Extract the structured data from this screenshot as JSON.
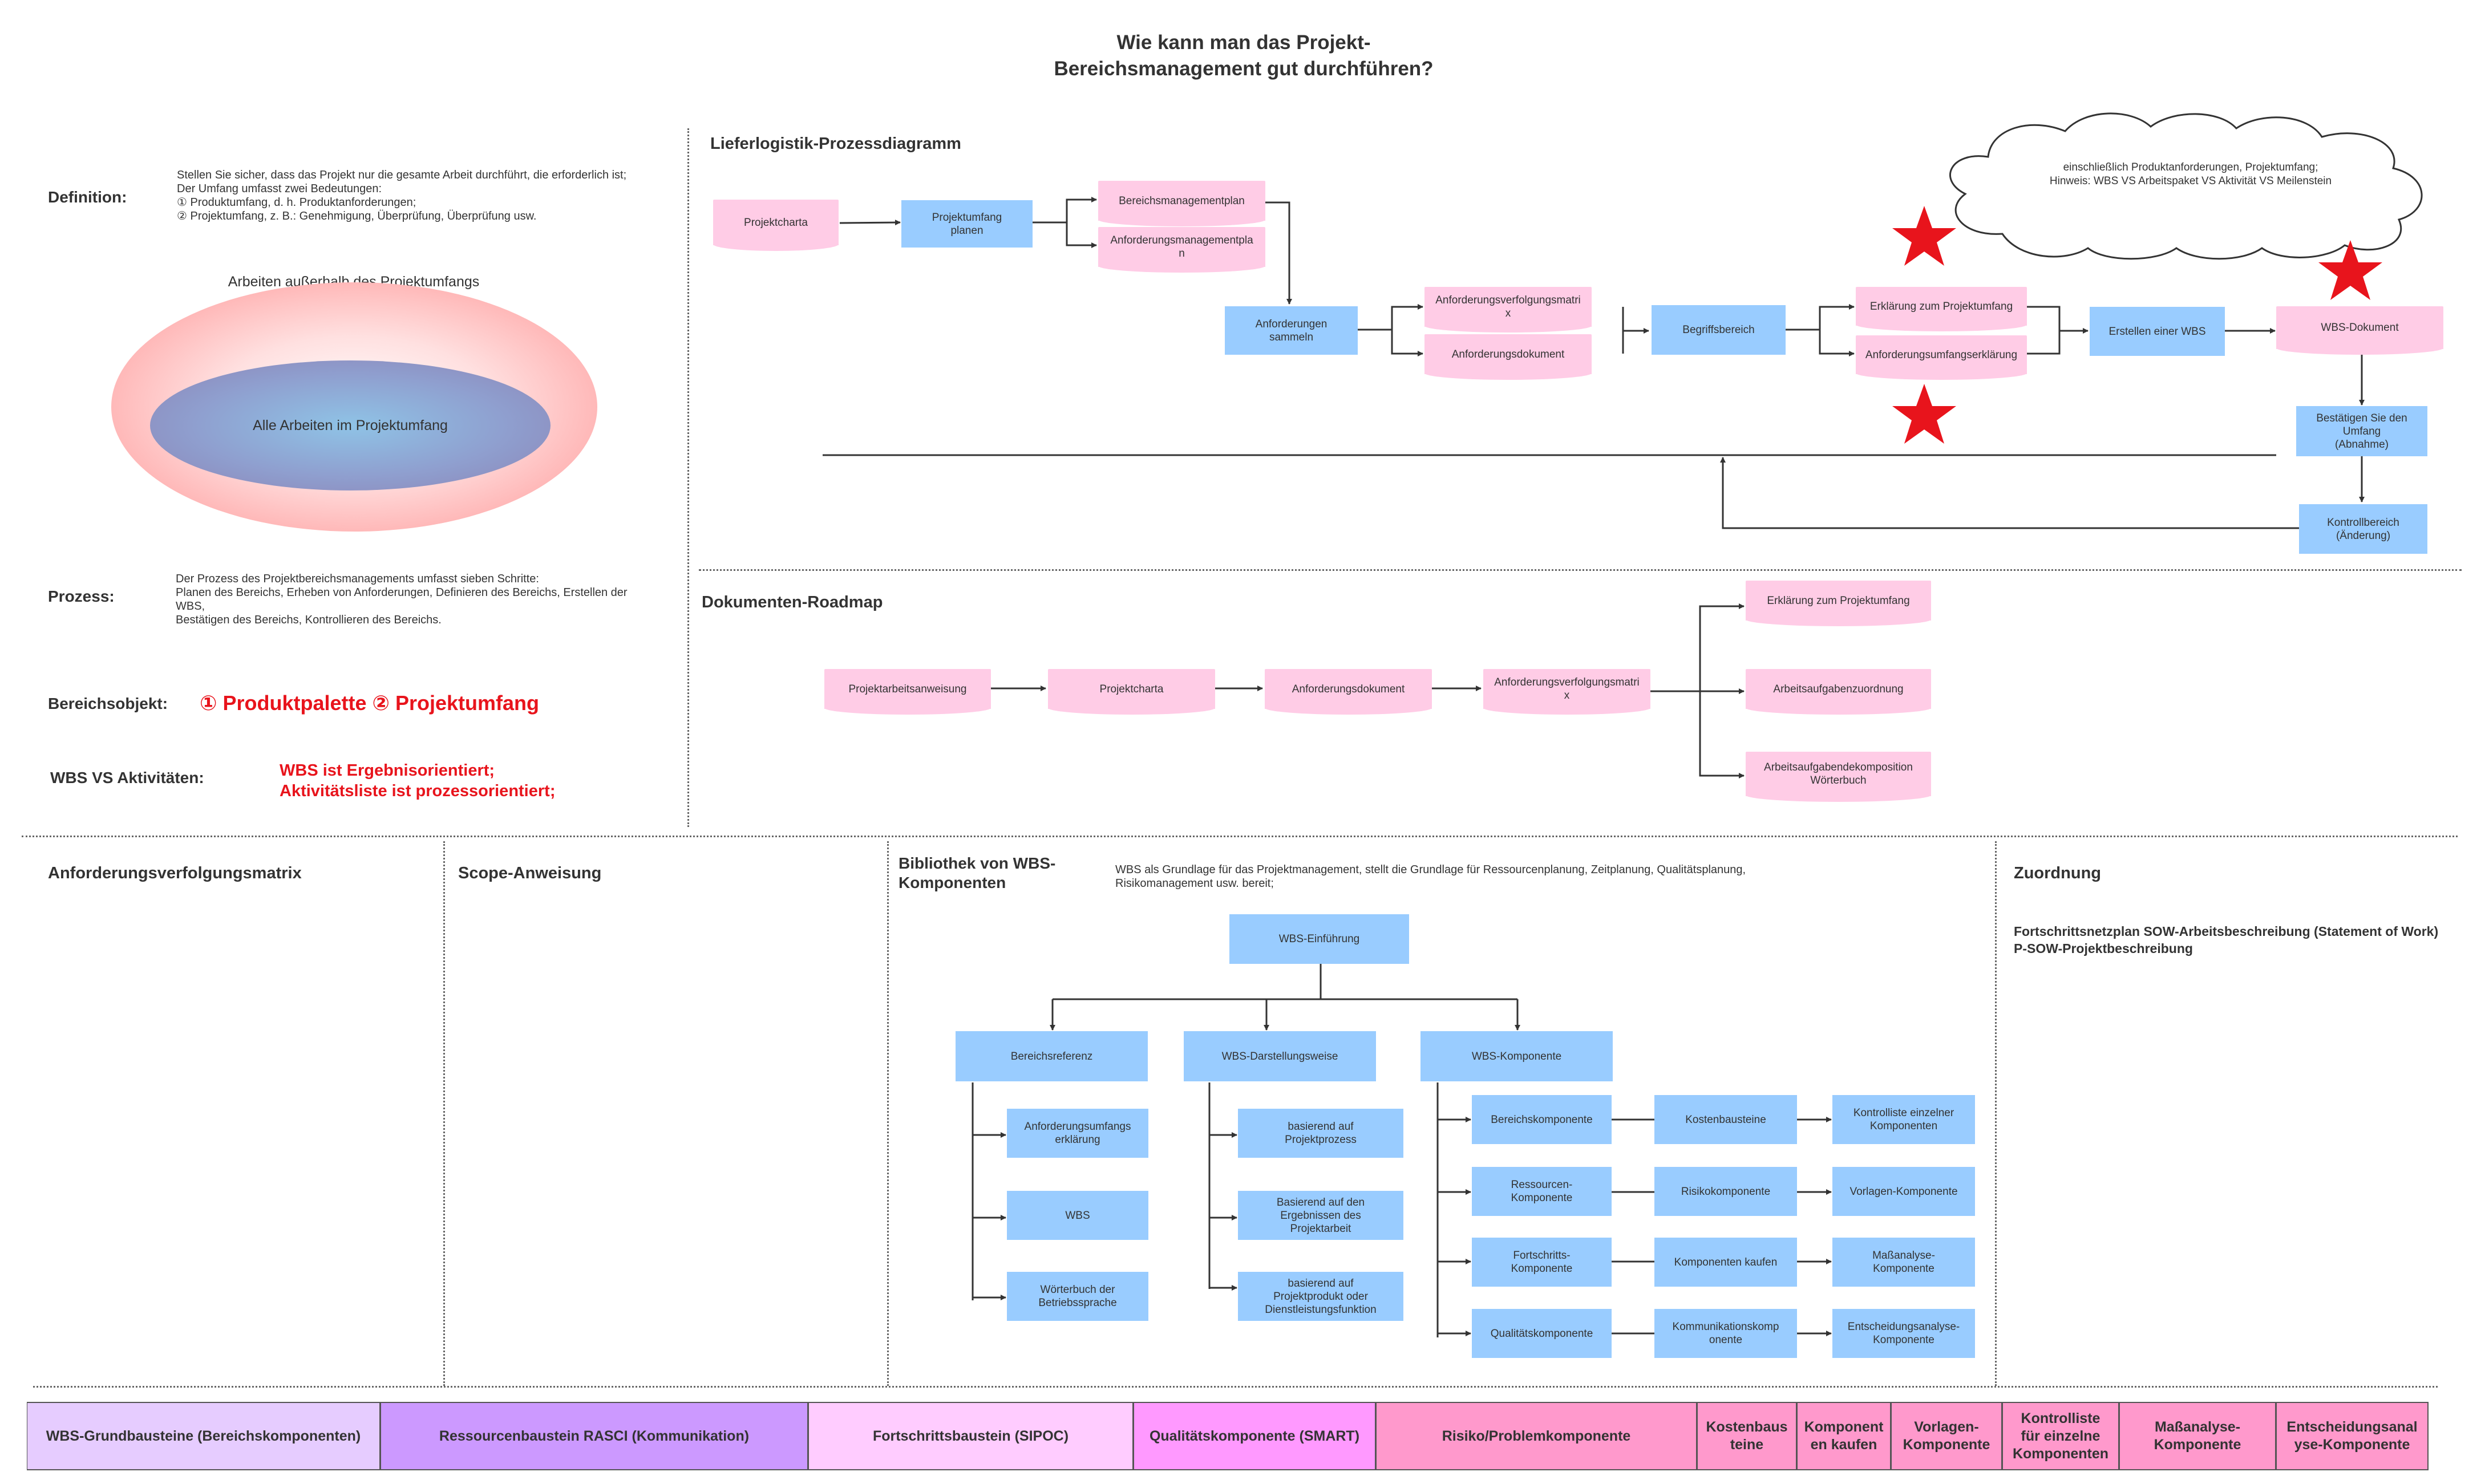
{
  "title": "Wie kann man das Projekt-\nBereichsmanagement gut durchführen?",
  "left": {
    "definition_label": "Definition:",
    "definition_text": "Stellen Sie sicher, dass das Projekt nur die gesamte Arbeit durchführt, die erforderlich ist;\nDer Umfang umfasst zwei Bedeutungen:\n① Produktumfang, d. h. Produktanforderungen;\n② Projektumfang, z. B.: Genehmigung, Überprüfung, Überprüfung usw.",
    "outer_label": "Arbeiten außerhalb des Projektumfangs",
    "inner_label": "Alle Arbeiten im Projektumfang",
    "prozess_label": "Prozess:",
    "prozess_text": "Der Prozess des Projektbereichsmanagements umfasst sieben Schritte:\nPlanen des Bereichs, Erheben von Anforderungen, Definieren des Bereichs, Erstellen der WBS,\nBestätigen des Bereichs, Kontrollieren des Bereichs.",
    "objekt_label": "Bereichsobjekt:",
    "objekt_value": "① Produktpalette  ② Projektumfang",
    "wbs_label": "WBS VS Aktivitäten:",
    "wbs_value": "WBS ist Ergebnisorientiert;\nAktivitätsliste ist prozessorientiert;"
  },
  "logistics": {
    "title": "Lieferlogistik-Prozessdiagramm",
    "cloud": "einschließlich Produktanforderungen, Projektumfang;\nHinweis: WBS VS Arbeitspaket VS Aktivität VS Meilenstein",
    "nodes": {
      "projektcharta": "Projektcharta",
      "umfang_planen": "Projektumfang\nplanen",
      "bereichsplan": "Bereichsmanagementplan",
      "anforderungsplan": "Anforderungsmanagementpla\nn",
      "anforderungen_sammeln": "Anforderungen\nsammeln",
      "verfolgungsmatrix": "Anforderungsverfolgungsmatri\nx",
      "anforderungsdokument": "Anforderungsdokument",
      "begriffsbereich": "Begriffsbereich",
      "erklaerung": "Erklärung zum Projektumfang",
      "umfangserklaerung": "Anforderungsumfangserklärung",
      "wbs_erstellen": "Erstellen einer WBS",
      "wbs_dokument": "WBS-Dokument",
      "bestaetigen": "Bestätigen Sie den\nUmfang\n(Abnahme)",
      "kontrollbereich": "Kontrollbereich\n(Änderung)"
    }
  },
  "roadmap": {
    "title": "Dokumenten-Roadmap",
    "chain": [
      "Projektarbeitsanweisung",
      "Projektcharta",
      "Anforderungsdokument",
      "Anforderungsverfolgungsmatri\nx"
    ],
    "outputs": [
      "Erklärung zum Projektumfang",
      "Arbeitsaufgabenzuordnung",
      "Arbeitsaufgabendekomposition\nWörterbuch"
    ]
  },
  "bottom": {
    "matrix_title": "Anforderungsverfolgungsmatrix",
    "scope_title": "Scope-Anweisung",
    "library_title": "Bibliothek von WBS-\nKomponenten",
    "library_desc": "WBS als Grundlage für das Projektmanagement, stellt die Grundlage für Ressourcenplanung, Zeitplanung, Qualitätsplanung,\nRisikomanagement usw. bereit;",
    "root": "WBS-Einführung",
    "col1_head": "Bereichsreferenz",
    "col1_items": [
      "Anforderungsumfangs\nerklärung",
      "WBS",
      "Wörterbuch der\nBetriebssprache"
    ],
    "col2_head": "WBS-Darstellungsweise",
    "col2_items": [
      "basierend auf\nProjektprozess",
      "Basierend auf den\nErgebnissen des\nProjektarbeit",
      "basierend auf\nProjektprodukt oder\nDienstleistungsfunktion"
    ],
    "col3_head": "WBS-Komponente",
    "col3_items": [
      "Bereichskomponente",
      "Ressourcen-\nKomponente",
      "Fortschritts-\nKomponente",
      "Qualitätskomponente"
    ],
    "col4_items": [
      "Kostenbausteine",
      "Risikokomponente",
      "Komponenten kaufen",
      "Kommunikationskomp\nonente"
    ],
    "col5_items": [
      "Kontrolliste einzelner\nKomponenten",
      "Vorlagen-Komponente",
      "Maßanalyse-\nKomponente",
      "Entscheidungsanalyse-\nKomponente"
    ],
    "zuordnung_title": "Zuordnung",
    "zuordnung_text": "Fortschrittsnetzplan SOW-Arbeitsbeschreibung (Statement of Work)\nP-SOW-Projektbeschreibung"
  },
  "bar": [
    {
      "label": "WBS-Grundbausteine (Bereichskomponenten)",
      "color": "#e6ccff"
    },
    {
      "label": "Ressourcenbaustein RASCI (Kommunikation)",
      "color": "#cc99ff"
    },
    {
      "label": "Fortschrittsbaustein (SIPOC)",
      "color": "#ffccff"
    },
    {
      "label": "Qualitätskomponente (SMART)",
      "color": "#ff99ff"
    },
    {
      "label": "Risiko/Problemkomponente",
      "color": "#ff99cc"
    },
    {
      "label": "Kostenbaus\nteine",
      "color": "#ff99cc"
    },
    {
      "label": "Komponent\nen kaufen",
      "color": "#ff99cc"
    },
    {
      "label": "Vorlagen-\nKomponente",
      "color": "#ff99cc"
    },
    {
      "label": "Kontrolliste\nfür einzelne\nKomponenten",
      "color": "#ff99cc"
    },
    {
      "label": "Maßanalyse-\nKomponente",
      "color": "#ff99cc"
    },
    {
      "label": "Entscheidungsanal\nyse-Komponente",
      "color": "#ff99cc"
    }
  ],
  "colors": {
    "process": "#99ccff",
    "document": "#ffcce6",
    "star": "#e8141c"
  }
}
